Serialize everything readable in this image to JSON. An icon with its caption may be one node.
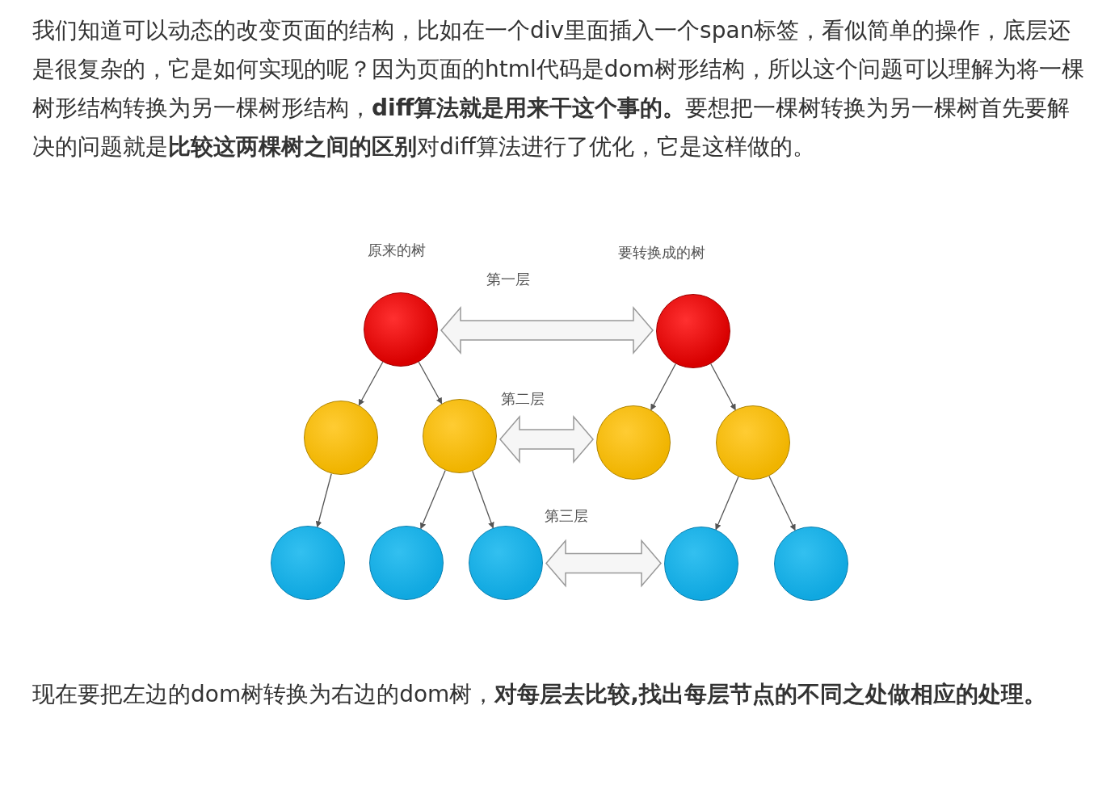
{
  "diagram": {
    "nodes": [
      {
        "text": [],
        "shape": "circle"
      },
      {
        "text": [],
        "shape": "circle"
      },
      {
        "text": [],
        "shape": "circle"
      },
      {
        "text": [],
        "shape": "circle"
      },
      {
        "text": [],
        "shape": "circle"
      },
      {
        "text": [],
        "shape": "circle"
      },
      {
        "text": [],
        "shape": "circle"
      },
      {
        "text": [],
        "shape": "circle"
      },
      {
        "text": [],
        "shape": "circle"
      },
      {
        "text": [],
        "shape": "circle"
      },
      {
        "text": [],
        "shape": "circle"
      }
    ],
    "edges": [
      {
        "from": 0,
        "to": 1,
        "arrow": "to"
      },
      {
        "from": 0,
        "to": 2,
        "arrow": "to"
      },
      {
        "from": 1,
        "to": 3,
        "arrow": "to"
      },
      {
        "from": 2,
        "to": 4,
        "arrow": "to"
      },
      {
        "from": 2,
        "to": 5,
        "arrow": "to"
      },
      {
        "from": 6,
        "to": 7,
        "arrow": "to"
      },
      {
        "from": 6,
        "to": 8,
        "arrow": "to"
      },
      {
        "from": 8,
        "to": 9,
        "arrow": "to"
      },
      {
        "from": 8,
        "to": 10,
        "arrow": "to"
      },
      {
        "from": 0,
        "to": 6,
        "arrow": "both",
        "style": "thick"
      },
      {
        "from": 2,
        "to": 7,
        "arrow": "both",
        "style": "thick"
      },
      {
        "from": 5,
        "to": 9,
        "arrow": "both",
        "style": "thick"
      }
    ],
    "labels": [
      "我们知道可以动态的改变页面的结构，比如在一个div里面插入一个span标签，看似简单的操作，底层还是很复杂的，它是如何实现的呢？因为页面的html代码是dom树形结构，所以这个问题可以理解为将一棵树形结构转换为另一棵树形结构，**diff算法就是用来干这个事的。**要想把一棵树转换为另一棵树首先要解决的问题就是**比较这两棵树之间的区别**对diff算法进行了优化，它是这样做的。",
      "原来的树",
      "要转换成的树",
      "第一层",
      "第二层",
      "第三层",
      "现在要把左边的dom树转换为右边的dom树，**对每层去比较,找出每层节点的不同之处做相应的处理。**"
    ]
  }
}
